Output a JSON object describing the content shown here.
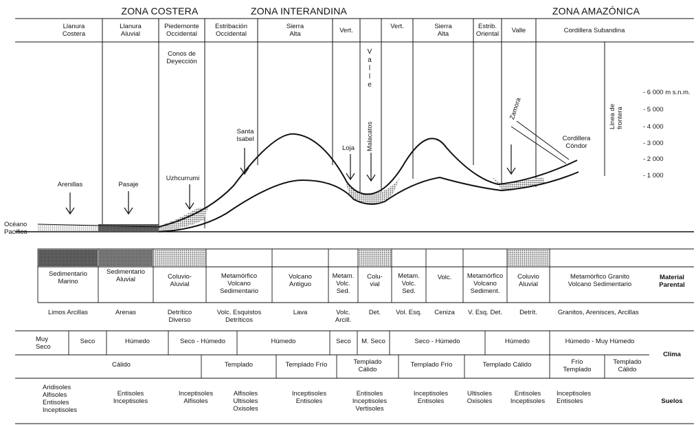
{
  "zones": {
    "costera": "ZONA COSTERA",
    "interandina": "ZONA INTERANDINA",
    "amazonica": "ZONA AMAZÓNICA"
  },
  "header_cells": [
    "Llanura\nCostera",
    "Llanura\nAluvial",
    "Piedemonte\nOccidental",
    "Estribación\nOccidental",
    "Sierra\nAlta",
    "Vert.",
    "Vert.",
    "Sierra\nAlta",
    "Estrib.\nOriental",
    "Valle",
    "Cordillera Subandina"
  ],
  "profile": {
    "valle_vertical": "V\na\nl\nl\ne",
    "conos": "Conos de\nDeyección",
    "places": [
      "Arenillas",
      "Pasaje",
      "Uzhcurrumi",
      "Santa\nIsabel",
      "Loja",
      "Malacatos",
      "Zamora",
      "Cordillera\nCóndor"
    ],
    "linea_frontera": "Línea de\nfrontera",
    "oceano": "Océano\nPacífico",
    "altitudes": [
      "- 6 000 m s.n.m.",
      "- 5 000",
      "- 4 000",
      "- 3 000",
      "- 2 000",
      "- 1 000"
    ]
  },
  "material_parental": {
    "label": "Material\nParental",
    "cells": [
      "Sedimentario\nMarino",
      "Sedimentario\nAluvial",
      "Coluvio-\nAluvial",
      "Metamórfico\nVolcano\nSedimentario",
      "Volcano\nAntiguo",
      "Metam.\nVolc.\nSed.",
      "Colu-\nvial",
      "Metam.\nVolc.\nSed.",
      "Volc.",
      "Metamórfico\nVolcano\nSediment.",
      "Coluvio\nAluvial",
      "Metamórfico Granito\nVolcano Sedimentario"
    ],
    "deposits": [
      "Limos Arcillas",
      "Arenas",
      "Detrítico\nDiverso",
      "Volc. Esquistos\nDetríticos",
      "Lava",
      "Volc.\nArcill.",
      "Det.",
      "Vol. Esq.",
      "Ceniza",
      "V. Esq. Det.",
      "Detrít.",
      "Granitos, Arenisces, Arcillas"
    ]
  },
  "clima": {
    "label": "Clima",
    "humidity": [
      "Muy\nSeco",
      "Seco",
      "Húmedo",
      "Seco - Húmedo",
      "Húmedo",
      "Seco",
      "M. Seco",
      "Seco - Húmedo",
      "Húmedo",
      "Húmedo - Muy Húmedo"
    ],
    "temperature": [
      "Cálido",
      "Templado",
      "Templado Frío",
      "Templado\nCálido",
      "Templado Frío",
      "Templado Cálido",
      "Frío\nTemplado",
      "Templado\nCálido"
    ]
  },
  "suelos": {
    "label": "Suelos",
    "cells": [
      "Aridisoles\nAlfisoles\nEntisoles\nInceptisoles",
      "Entisoles\nInceptisoles",
      "Inceptisoles\nAlfisoles",
      "Alfisoles\nUltisoles\nOxisoles",
      "Inceptisoles\nEntisoles",
      "Entisoles\nInceptisoles\nVertisoles",
      "Inceptisoles\nEntisoles",
      "Ultisoles\nOxisoles",
      "Entisoles\nInceptisoles",
      "Inceptisoles\nEntisoles"
    ]
  },
  "colors": {
    "line": "#111111",
    "hatch": "#7a7a7a",
    "background": "#ffffff"
  }
}
